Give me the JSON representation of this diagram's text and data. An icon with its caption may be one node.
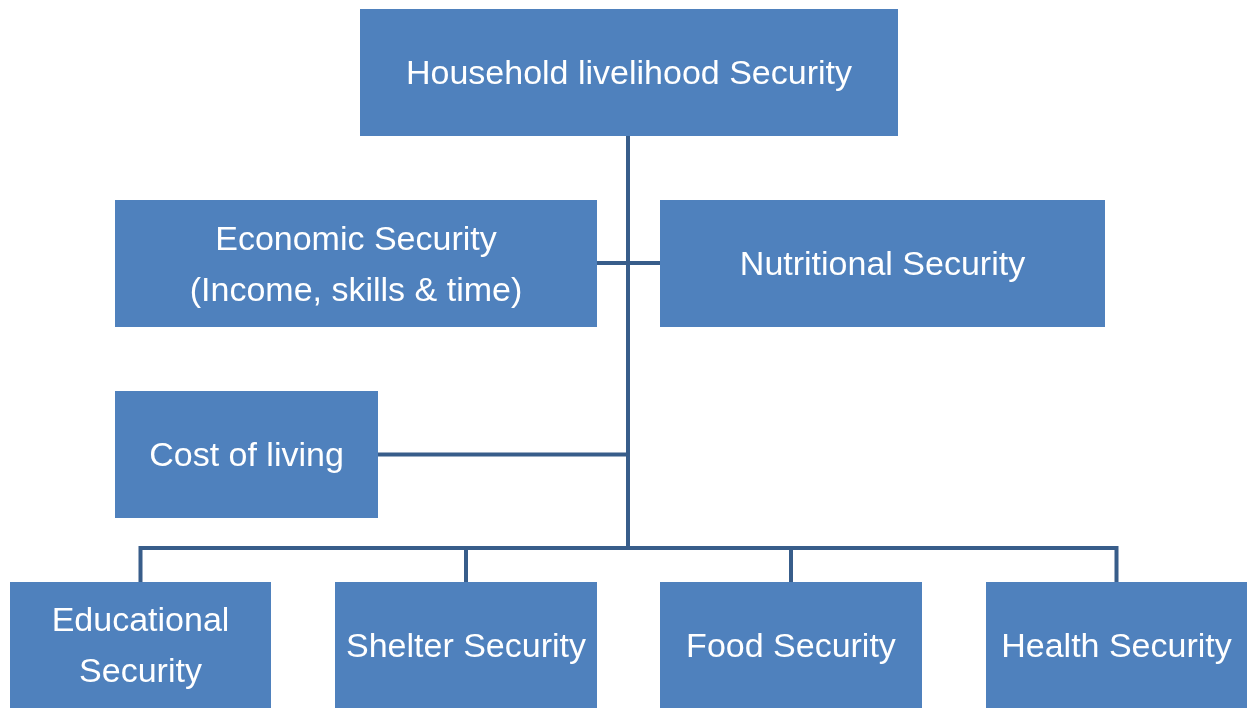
{
  "diagram": {
    "nodes": [
      {
        "text": [
          "Household livelihood Security"
        ]
      },
      {
        "text": [
          "Economic Security",
          "(Income, skills & time)"
        ]
      },
      {
        "text": [
          "Nutritional Security"
        ]
      },
      {
        "text": [
          "Cost of living"
        ]
      },
      {
        "text": [
          "Educational Security"
        ]
      },
      {
        "text": [
          "Shelter Security"
        ]
      },
      {
        "text": [
          "Food Security"
        ]
      },
      {
        "text": [
          "Health Security"
        ]
      }
    ],
    "edges": [
      {
        "from": 0,
        "to": 1,
        "arrow": "none"
      },
      {
        "from": 0,
        "to": 2,
        "arrow": "none"
      },
      {
        "from": 0,
        "to": 3,
        "arrow": "none"
      },
      {
        "from": 0,
        "to": 4,
        "arrow": "none"
      },
      {
        "from": 0,
        "to": 5,
        "arrow": "none"
      },
      {
        "from": 0,
        "to": 6,
        "arrow": "none"
      },
      {
        "from": 0,
        "to": 7,
        "arrow": "none"
      }
    ]
  }
}
